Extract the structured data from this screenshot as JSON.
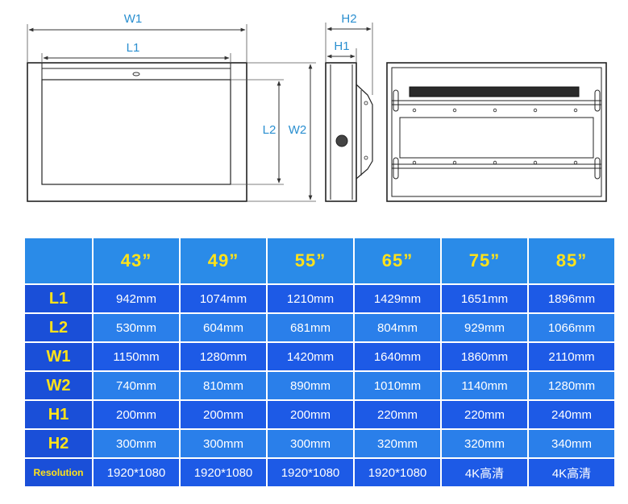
{
  "drawing": {
    "labels": {
      "w1": "W1",
      "l1": "L1",
      "l2": "L2",
      "w2": "W2",
      "h2": "H2",
      "h1": "H1"
    }
  },
  "table": {
    "sizes": [
      "43”",
      "49”",
      "55”",
      "65”",
      "75”",
      "85”"
    ],
    "rows": [
      {
        "label": "L1",
        "values": [
          "942mm",
          "1074mm",
          "1210mm",
          "1429mm",
          "1651mm",
          "1896mm"
        ]
      },
      {
        "label": "L2",
        "values": [
          "530mm",
          "604mm",
          "681mm",
          "804mm",
          "929mm",
          "1066mm"
        ]
      },
      {
        "label": "W1",
        "values": [
          "1150mm",
          "1280mm",
          "1420mm",
          "1640mm",
          "1860mm",
          "2110mm"
        ]
      },
      {
        "label": "W2",
        "values": [
          "740mm",
          "810mm",
          "890mm",
          "1010mm",
          "1140mm",
          "1280mm"
        ]
      },
      {
        "label": "H1",
        "values": [
          "200mm",
          "200mm",
          "200mm",
          "220mm",
          "220mm",
          "240mm"
        ]
      },
      {
        "label": "H2",
        "values": [
          "300mm",
          "300mm",
          "300mm",
          "320mm",
          "320mm",
          "340mm"
        ]
      },
      {
        "label": "Resolution",
        "values": [
          "1920*1080",
          "1920*1080",
          "1920*1080",
          "1920*1080",
          "4K高清",
          "4K高清"
        ]
      }
    ]
  },
  "colors": {
    "header_bg": "#2a8be8",
    "label_bg": "#1a4fd8",
    "row_dark": "#1d5ae6",
    "row_light": "#2a7fea",
    "header_text": "#ffe21a",
    "dimension_text": "#2a8fd0"
  }
}
